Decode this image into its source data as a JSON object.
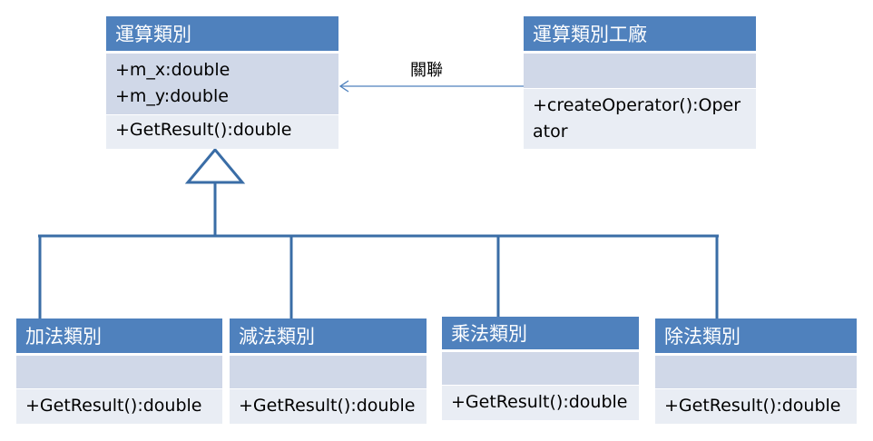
{
  "base": {
    "name": "運算類別",
    "attributes": [
      "+m_x:double",
      "+m_y:double"
    ],
    "operations": [
      "+GetResult():double"
    ]
  },
  "factory": {
    "name": "運算類別工廠",
    "attributes": [],
    "operations": [
      "+createOperator():Oper",
      "ator"
    ]
  },
  "association_label": "關聯",
  "subclasses": [
    {
      "name": "加法類別",
      "operation": "+GetResult():double"
    },
    {
      "name": "減法類別",
      "operation": "+GetResult():double"
    },
    {
      "name": "乘法類別",
      "operation": "+GetResult():double"
    },
    {
      "name": "除法類別",
      "operation": "+GetResult():double"
    }
  ],
  "colors": {
    "header": "#4f81bd",
    "attributes_band": "#d0d8e8",
    "operations_band": "#e9edf4",
    "connector": "#3a6da6"
  }
}
